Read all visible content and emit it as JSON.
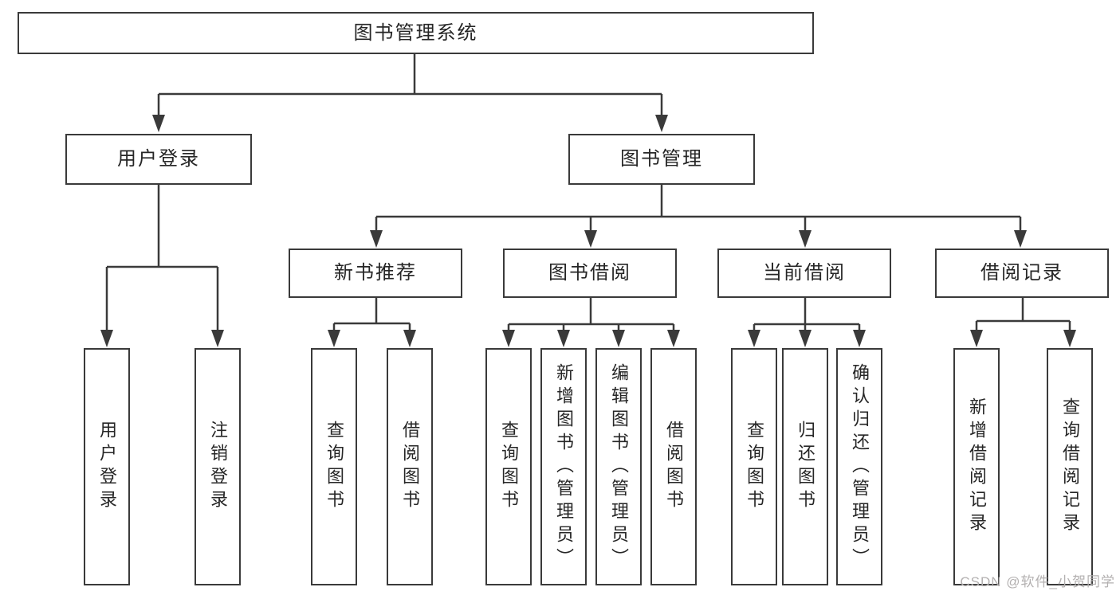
{
  "tree": {
    "root": {
      "label": "图书管理系统"
    },
    "branches": [
      {
        "label": "用户登录",
        "children": [
          {
            "label": "用户登录"
          },
          {
            "label": "注销登录"
          }
        ]
      },
      {
        "label": "图书管理",
        "children": [
          {
            "label": "新书推荐",
            "children": [
              {
                "label": "查询图书"
              },
              {
                "label": "借阅图书"
              }
            ]
          },
          {
            "label": "图书借阅",
            "children": [
              {
                "label": "查询图书"
              },
              {
                "label": "新增图书（管理员）"
              },
              {
                "label": "编辑图书（管理员）"
              },
              {
                "label": "借阅图书"
              }
            ]
          },
          {
            "label": "当前借阅",
            "children": [
              {
                "label": "查询图书"
              },
              {
                "label": "归还图书"
              },
              {
                "label": "确认归还（管理员）"
              }
            ]
          },
          {
            "label": "借阅记录",
            "children": [
              {
                "label": "新增借阅记录"
              },
              {
                "label": "查询借阅记录"
              }
            ]
          }
        ]
      }
    ]
  },
  "watermark": {
    "text": "CSDN @软件_小贺同学"
  },
  "colors": {
    "line": "#3a3a3a",
    "text": "#262626",
    "watermark": "#b3b0b0",
    "background": "#ffffff"
  }
}
